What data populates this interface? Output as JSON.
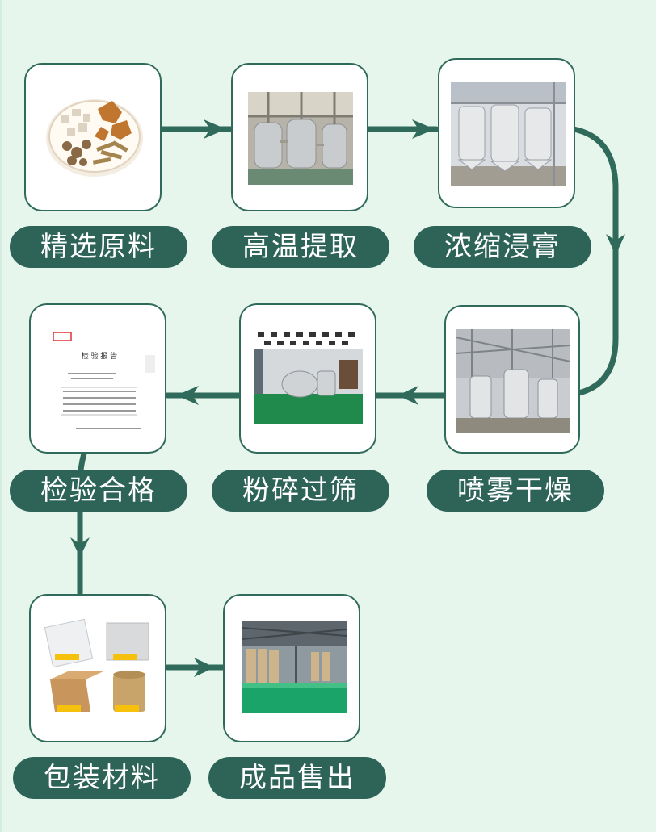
{
  "steps": [
    {
      "label": "精选原料",
      "icon": "raw-materials-photo"
    },
    {
      "label": "高温提取",
      "icon": "extraction-equipment-photo"
    },
    {
      "label": "浓缩浸膏",
      "icon": "concentration-tanks-photo"
    },
    {
      "label": "喷雾干燥",
      "icon": "spray-dryer-photo"
    },
    {
      "label": "粉碎过筛",
      "icon": "crushing-sieving-photo"
    },
    {
      "label": "检验合格",
      "icon": "inspection-report-photo"
    },
    {
      "label": "包装材料",
      "icon": "packaging-photo"
    },
    {
      "label": "成品售出",
      "icon": "warehouse-photo"
    }
  ],
  "report": {
    "title": "检 验 报 告"
  },
  "colors": {
    "background": "#e6f6ec",
    "accent": "#2e6458",
    "line": "#2f6a5a"
  }
}
